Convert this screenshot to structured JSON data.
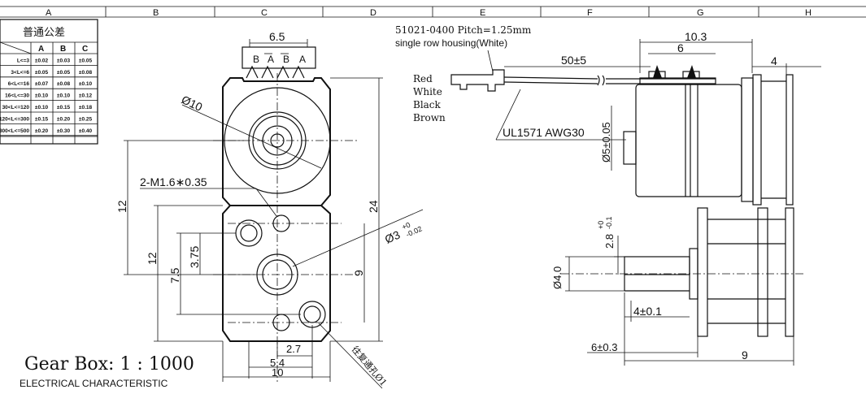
{
  "grid": {
    "columns": [
      "A",
      "B",
      "C",
      "D",
      "E",
      "F",
      "G",
      "H"
    ]
  },
  "tolerance_table": {
    "title": "普通公差",
    "header": [
      "A",
      "B",
      "C"
    ],
    "rows": [
      {
        "range": "L<=3",
        "a": "±0.02",
        "b": "±0.03",
        "c": "±0.05"
      },
      {
        "range": "3<L<=6",
        "a": "±0.05",
        "b": "±0.05",
        "c": "±0.08"
      },
      {
        "range": "6<L<=16",
        "a": "±0.07",
        "b": "±0.08",
        "c": "±0.10"
      },
      {
        "range": "16<L<=30",
        "a": "±0.10",
        "b": "±0.10",
        "c": "±0.12"
      },
      {
        "range": "30<L<=120",
        "a": "±0.10",
        "b": "±0.15",
        "c": "±0.18"
      },
      {
        "range": "120<L<=300",
        "a": "±0.15",
        "b": "±0.20",
        "c": "±0.25"
      },
      {
        "range": "300<L<=500",
        "a": "±0.20",
        "b": "±0.30",
        "c": "±0.40"
      }
    ]
  },
  "front_view": {
    "dims": {
      "connector_width": "6.5",
      "pin_labels": [
        "B",
        "A",
        "B",
        "A"
      ],
      "motor_dia": "Ø10",
      "holes": "2-M1.6∗0.35",
      "height_12_top": "12",
      "height_12_mid": "12",
      "total_24": "24",
      "dim_3_75": "3.75",
      "dim_7_5": "7.5",
      "dim_9": "9",
      "shaft_hole": "Ø3",
      "shaft_tol_upper": "+0",
      "shaft_tol_lower": "-0.02",
      "dim_2_7": "2.7",
      "dim_5_4": "5.4",
      "dim_10": "10",
      "note_rotated": "往复通孔Ø1"
    }
  },
  "connector": {
    "part_text": "51021-0400 Pitch=1.25mm",
    "housing_text": "single row housing(White)",
    "wire_colors": [
      "Red",
      "White",
      "Black",
      "Brown"
    ],
    "length": "50±5",
    "cable": "UL1571 AWG30"
  },
  "side_view": {
    "dims": {
      "width_10_3": "10.3",
      "width_6": "6",
      "width_4": "4",
      "shaft_dia": "Ø5±0.05",
      "d_2_8": "2.8",
      "d_2_8_tol_upper": "+0",
      "d_2_8_tol_lower": "-0.1",
      "d_4_0": "Ø4.0",
      "d_4_01": "4±0.1",
      "d_6_03": "6±0.3",
      "d_9": "9"
    }
  },
  "footer": {
    "gear_box": "Gear Box: 1 : 1000",
    "electrical": "ELECTRICAL CHARACTERISTIC"
  }
}
